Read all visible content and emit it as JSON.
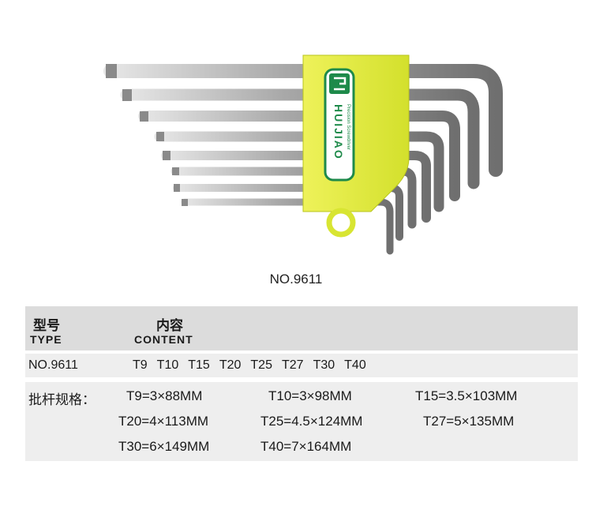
{
  "brand": {
    "name": "HUIJIAO",
    "tagline": "Precision Screwdriver",
    "colors": {
      "holder": "#dfea3a",
      "badge_green": "#1e8a4a",
      "metal": "#b8b8b8"
    }
  },
  "product": {
    "model_caption": "NO.9611"
  },
  "table": {
    "header": {
      "type_cn": "型号",
      "type_en": "TYPE",
      "content_cn": "内容",
      "content_en": "CONTENT"
    },
    "row": {
      "model": "NO.9611",
      "contents": [
        "T9",
        "T10",
        "T15",
        "T20",
        "T25",
        "T27",
        "T30",
        "T40"
      ]
    },
    "specs_label": "批杆规格：",
    "specs": [
      "T9=3×88MM",
      "T10=3×98MM",
      "T15=3.5×103MM",
      "T20=4×113MM",
      "T25=4.5×124MM",
      "T27=5×135MM",
      "T30=6×149MM",
      "T40=7×164MM"
    ]
  }
}
